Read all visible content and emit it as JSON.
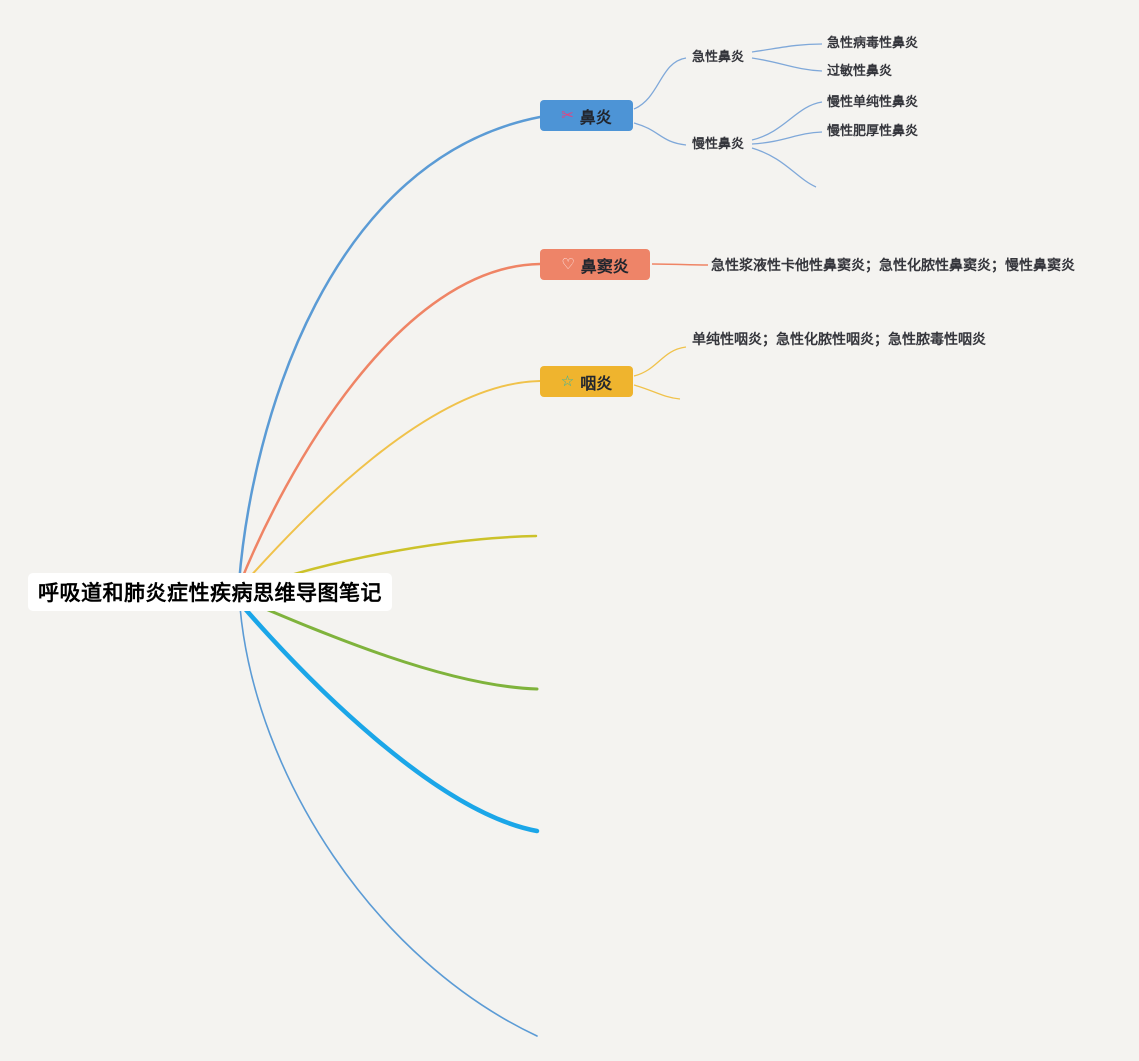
{
  "root": {
    "title": "呼吸道和肺炎症性疾病思维导图笔记"
  },
  "branches": [
    {
      "label": "鼻炎",
      "icon": "scissors",
      "icon_glyph": "✂",
      "children": [
        {
          "label": "急性鼻炎",
          "children": [
            {
              "label": "急性病毒性鼻炎"
            },
            {
              "label": "过敏性鼻炎"
            }
          ]
        },
        {
          "label": "慢性鼻炎",
          "children": [
            {
              "label": "慢性单纯性鼻炎"
            },
            {
              "label": "慢性肥厚性鼻炎"
            }
          ]
        }
      ]
    },
    {
      "label": "鼻窦炎",
      "icon": "heart",
      "icon_glyph": "♡",
      "children": [
        {
          "label": "急性浆液性卡他性鼻窦炎；急性化脓性鼻窦炎；慢性鼻窦炎"
        }
      ]
    },
    {
      "label": "咽炎",
      "icon": "star",
      "icon_glyph": "☆",
      "children": [
        {
          "label": "单纯性咽炎；急性化脓性咽炎；急性脓毒性咽炎"
        }
      ]
    }
  ],
  "colors": {
    "canvas_background": "#f4f3f0",
    "node_biyan_bg": "#4d94d6",
    "node_bidouyan_bg": "#ee8468",
    "node_yanyan_bg": "#efb42e",
    "node_text": "#22262e",
    "branch_blue": "#5b9bd5",
    "branch_salmon": "#ef8465",
    "branch_yellow": "#f0c24b",
    "branch_olive": "#ccc22a",
    "branch_green": "#7fb33c",
    "branch_cyan": "#1ba6e8",
    "subline_blue": "#7fa8d9",
    "icon_scissors": "#e8417e",
    "icon_heart": "#ffeceb",
    "icon_star": "#2fb3a9",
    "label_text": "#35363c",
    "root_text": "#000000"
  }
}
